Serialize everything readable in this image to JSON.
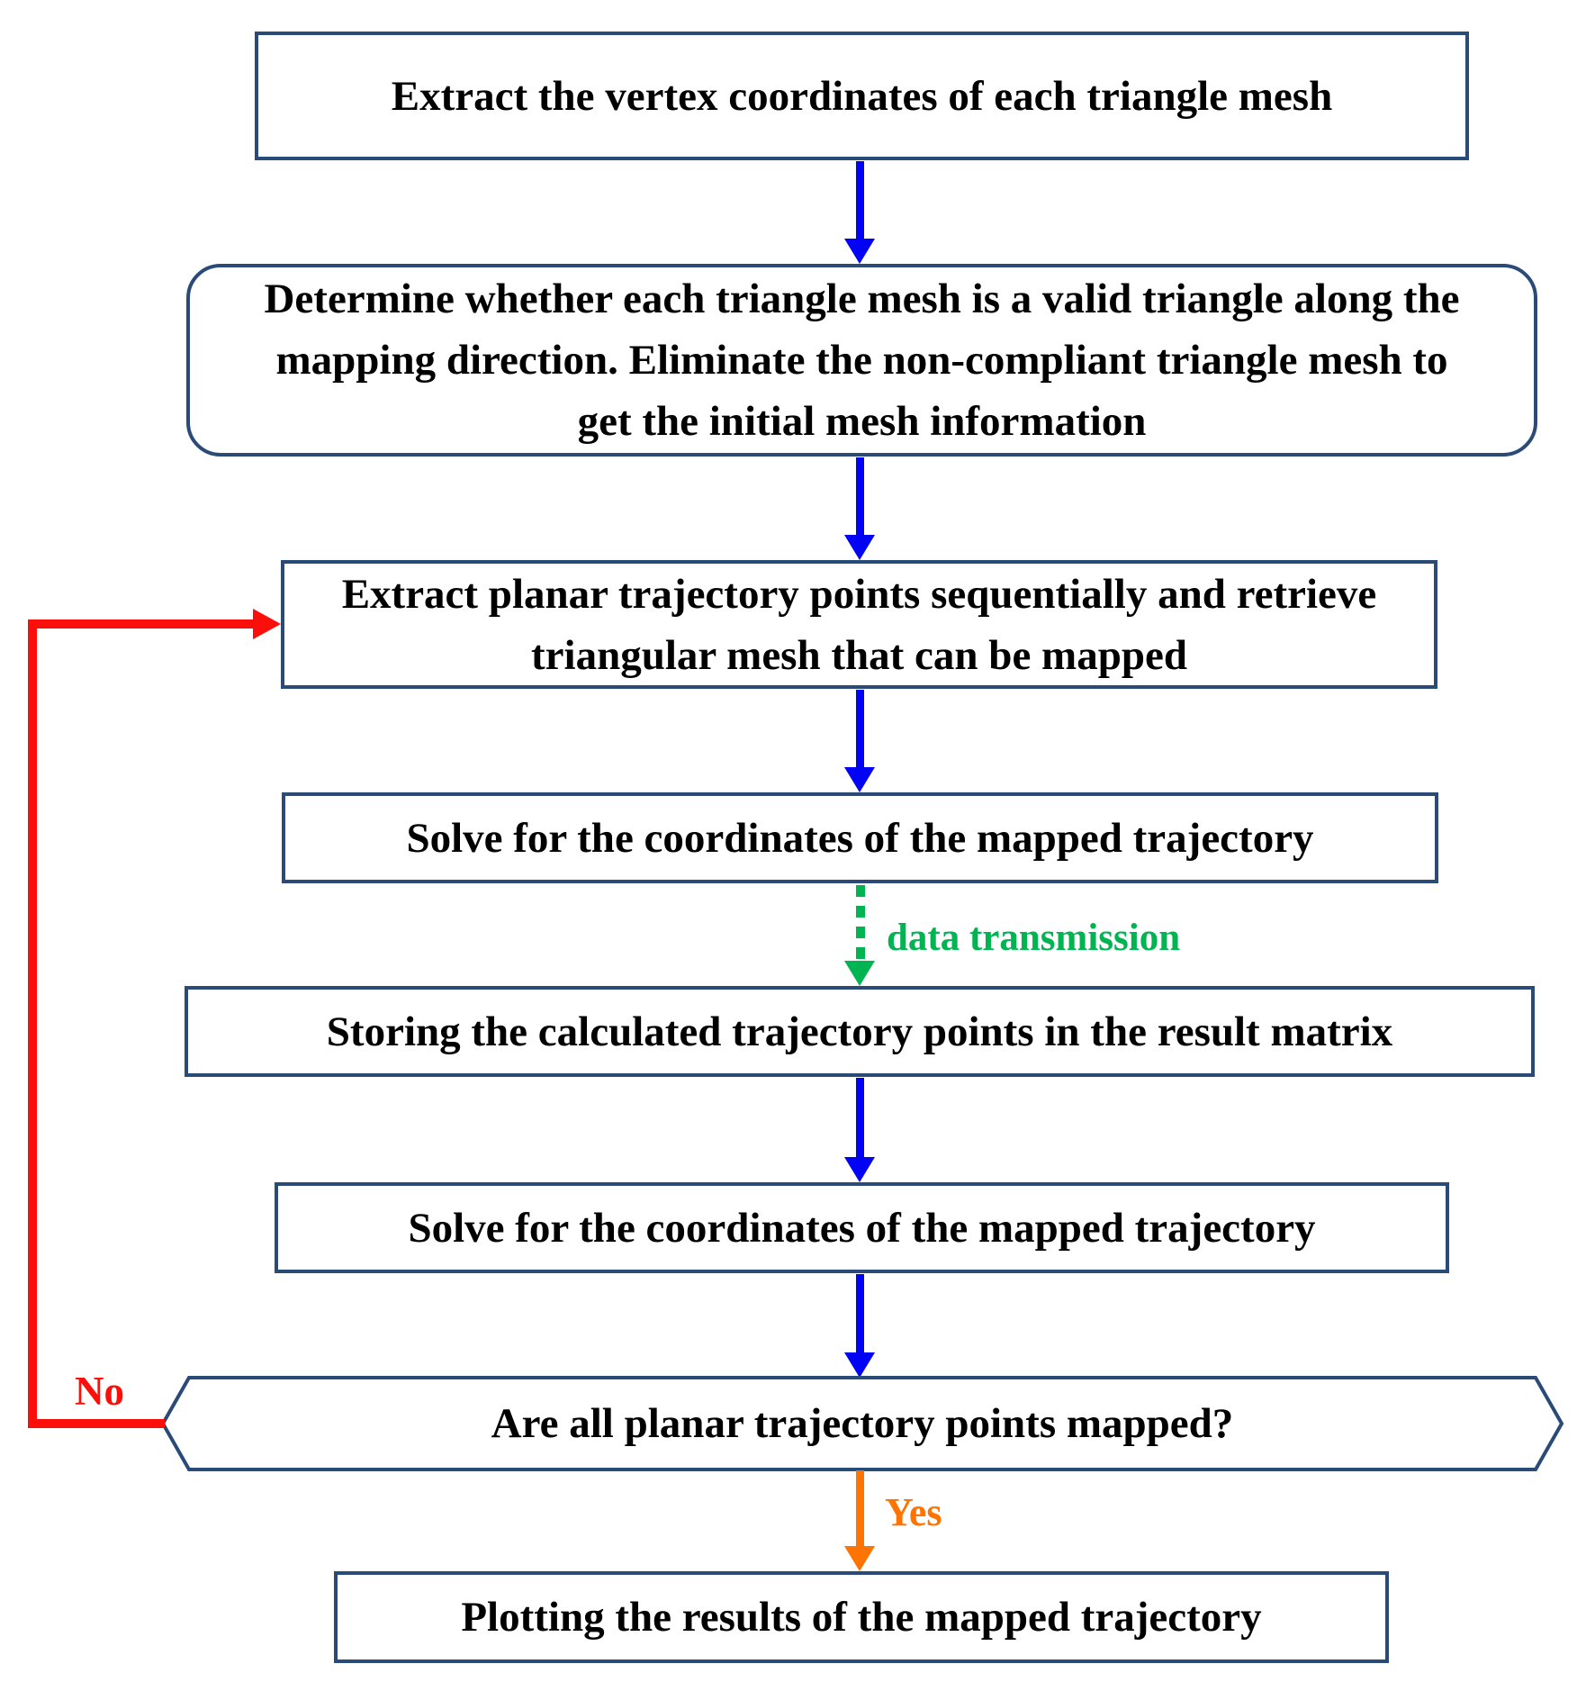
{
  "nodes": {
    "extract_vertex": {
      "text": "Extract the vertex coordinates of each triangle mesh"
    },
    "determine_valid": {
      "text": "Determine whether each triangle mesh is a valid triangle along the mapping direction. Eliminate the non-compliant triangle mesh to get the initial mesh information"
    },
    "extract_planar": {
      "text": "Extract planar trajectory points sequentially and retrieve triangular mesh that can be mapped"
    },
    "solve_coordinates_1": {
      "text": "Solve for the coordinates of the mapped trajectory"
    },
    "storing_points": {
      "text": "Storing the calculated trajectory points in the result matrix"
    },
    "solve_coordinates_2": {
      "text": "Solve for the coordinates of the mapped trajectory"
    },
    "decision": {
      "text": "Are all planar trajectory points mapped?"
    },
    "plotting": {
      "text": "Plotting the results of the mapped trajectory"
    }
  },
  "labels": {
    "data_transmission": "data transmission",
    "yes": "Yes",
    "no": "No"
  },
  "colors": {
    "border": "#2a4a78",
    "box_fill": "#ffffff",
    "text": "#000000",
    "arrow_blue": "#0202f5",
    "arrow_red": "#fa0f0a",
    "arrow_green": "#00b551",
    "arrow_orange": "#ff7300",
    "background": "#ffffff"
  }
}
